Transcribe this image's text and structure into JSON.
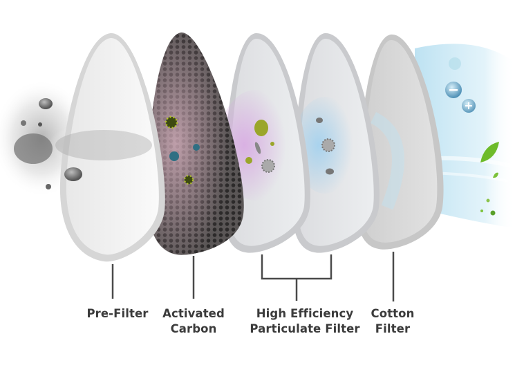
{
  "diagram": {
    "subject": "Mask filter layers (exploded view)",
    "layers": [
      {
        "id": "pre-filter",
        "lines": [
          "Pre-Filter"
        ],
        "color": "#f2f2f2"
      },
      {
        "id": "activated-carbon",
        "lines": [
          "Activated",
          "Carbon"
        ],
        "color": "#4a4a4a"
      },
      {
        "id": "hepa-1",
        "lines": [],
        "color": "#e6e7ea",
        "tint": "#d9b3e6"
      },
      {
        "id": "hepa-2",
        "lines": [],
        "color": "#e6e7ea",
        "tint": "#a9d6ef"
      },
      {
        "id": "cotton-filter",
        "lines": [
          "Cotton",
          "Filter"
        ],
        "color": "#d9d9d9"
      }
    ],
    "labels": {
      "pre_filter": "Pre-Filter",
      "activated_carbon_line1": "Activated",
      "activated_carbon_line2": "Carbon",
      "hepa_line1": "High Efficiency",
      "hepa_line2": "Particulate Filter",
      "cotton_line1": "Cotton",
      "cotton_line2": "Filter"
    },
    "icons": {
      "polluted_air": "dust-particles-icon",
      "clean_air": "fresh-air-icon",
      "negative_ion": "minus-bubble-icon",
      "positive_ion": "plus-bubble-icon",
      "leaf": "leaf-icon",
      "virus": "virus-icon"
    },
    "colors": {
      "label_text": "#3b3b3b",
      "leader_line": "#4a4a4a",
      "clean_air": "#bfe3f2",
      "dust": "#7a7a7a",
      "leaf": "#6dbb2a"
    }
  }
}
